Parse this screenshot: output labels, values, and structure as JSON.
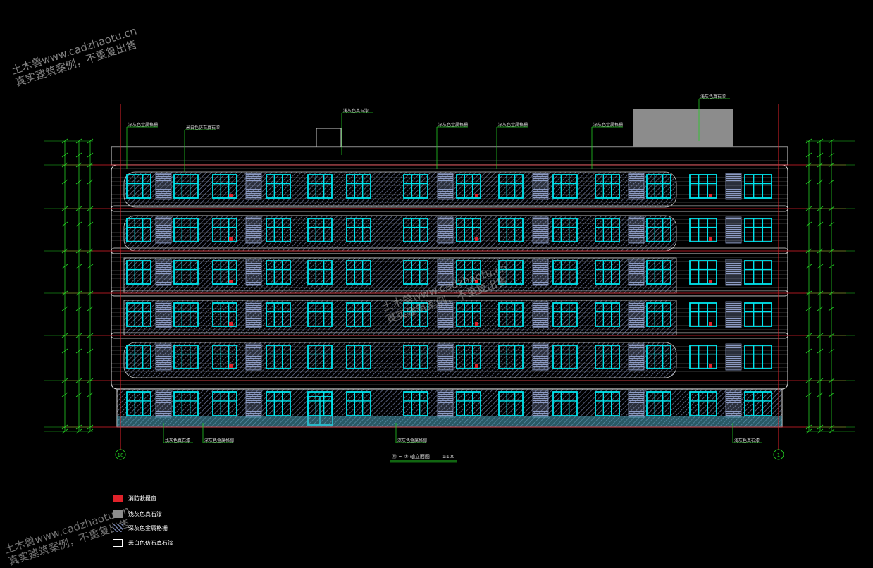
{
  "watermark": {
    "line1": "土木兽www.cadzhaotu.cn",
    "line2": "真实建筑案例，不重复出售",
    "center_line1": "土木兽www.cadzhaotu.cn",
    "center_line2": "真实建筑案例，不重复出售",
    "bottom_line1": "土木兽www.cadzhaotu.cn",
    "bottom_line2": "真实建筑案例，不重复出售"
  },
  "drawing": {
    "title": "⑱ ~ ① 轴立面图",
    "title_axis_left": "⑱",
    "title_axis_right": "①",
    "scale": "1:100",
    "axis_left": "18",
    "axis_right": "1",
    "colors": {
      "frame": "#ffffff",
      "window": "#00e5ee",
      "level_line": "#e0222a",
      "dimension": "#22cc22",
      "louver": "#8a9ac0",
      "roof_block": "#8c8c8c"
    }
  },
  "legend": [
    {
      "label": "消防救援窗",
      "swatch": "red"
    },
    {
      "label": "浅灰色真石漆",
      "swatch": "gray"
    },
    {
      "label": "深灰色金属格栅",
      "swatch": "hatch"
    },
    {
      "label": "米白色仿石真石漆",
      "swatch": "white"
    }
  ],
  "annotations": {
    "top": [
      "深灰色金属格栅",
      "米白色仿石真石漆",
      "浅灰色真石漆",
      "深灰色金属格栅",
      "深灰色金属格栅",
      "深灰色金属格栅",
      "浅灰色真石漆"
    ],
    "bottom": [
      "浅灰色真石漆",
      "深灰色金属格栅",
      "深灰色金属格栅",
      "浅灰色真石漆"
    ]
  }
}
